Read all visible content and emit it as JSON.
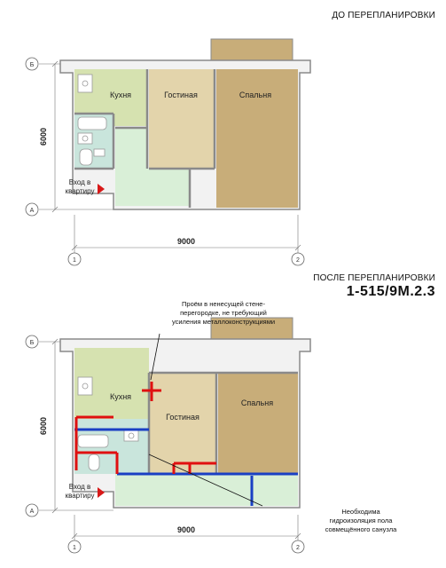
{
  "before": {
    "title": "ДО ПЕРЕПЛАНИРОВКИ",
    "rooms": {
      "kitchen": "Кухня",
      "living": "Гостиная",
      "bedroom": "Спальня"
    },
    "entrance": [
      "Вход в",
      "квартиру"
    ],
    "axes": {
      "top": "Б",
      "bottom": "А",
      "left": "1",
      "right": "2"
    },
    "dim_height": "6000",
    "dim_width": "9000"
  },
  "after": {
    "title": "ПОСЛЕ ПЕРЕПЛАНИРОВКИ",
    "series": "1-515/9М.2.3",
    "rooms": {
      "kitchen": "Кухня",
      "living": "Гостиная",
      "bedroom": "Спальня"
    },
    "entrance": [
      "Вход в",
      "квартиру"
    ],
    "axes": {
      "top": "Б",
      "bottom": "А",
      "left": "1",
      "right": "2"
    },
    "dim_height": "6000",
    "dim_width": "9000",
    "note_opening": [
      "Проём в ненесущей стене-",
      "перегородке, не требующий",
      "усиления металлоконструкциями"
    ],
    "note_waterproof": [
      "Необходима",
      "гидроизоляция пола",
      "совмещённого санузла"
    ]
  },
  "colors": {
    "kitchen": "#d6e2b0",
    "living": "#e3d4ab",
    "bedroom": "#c8ad79",
    "hall": "#d9efd7",
    "bath": "#c9e5dc",
    "wall": "#8a8a8a",
    "new_wall": "#e01010",
    "removed_wall": "#1a3fc4"
  }
}
